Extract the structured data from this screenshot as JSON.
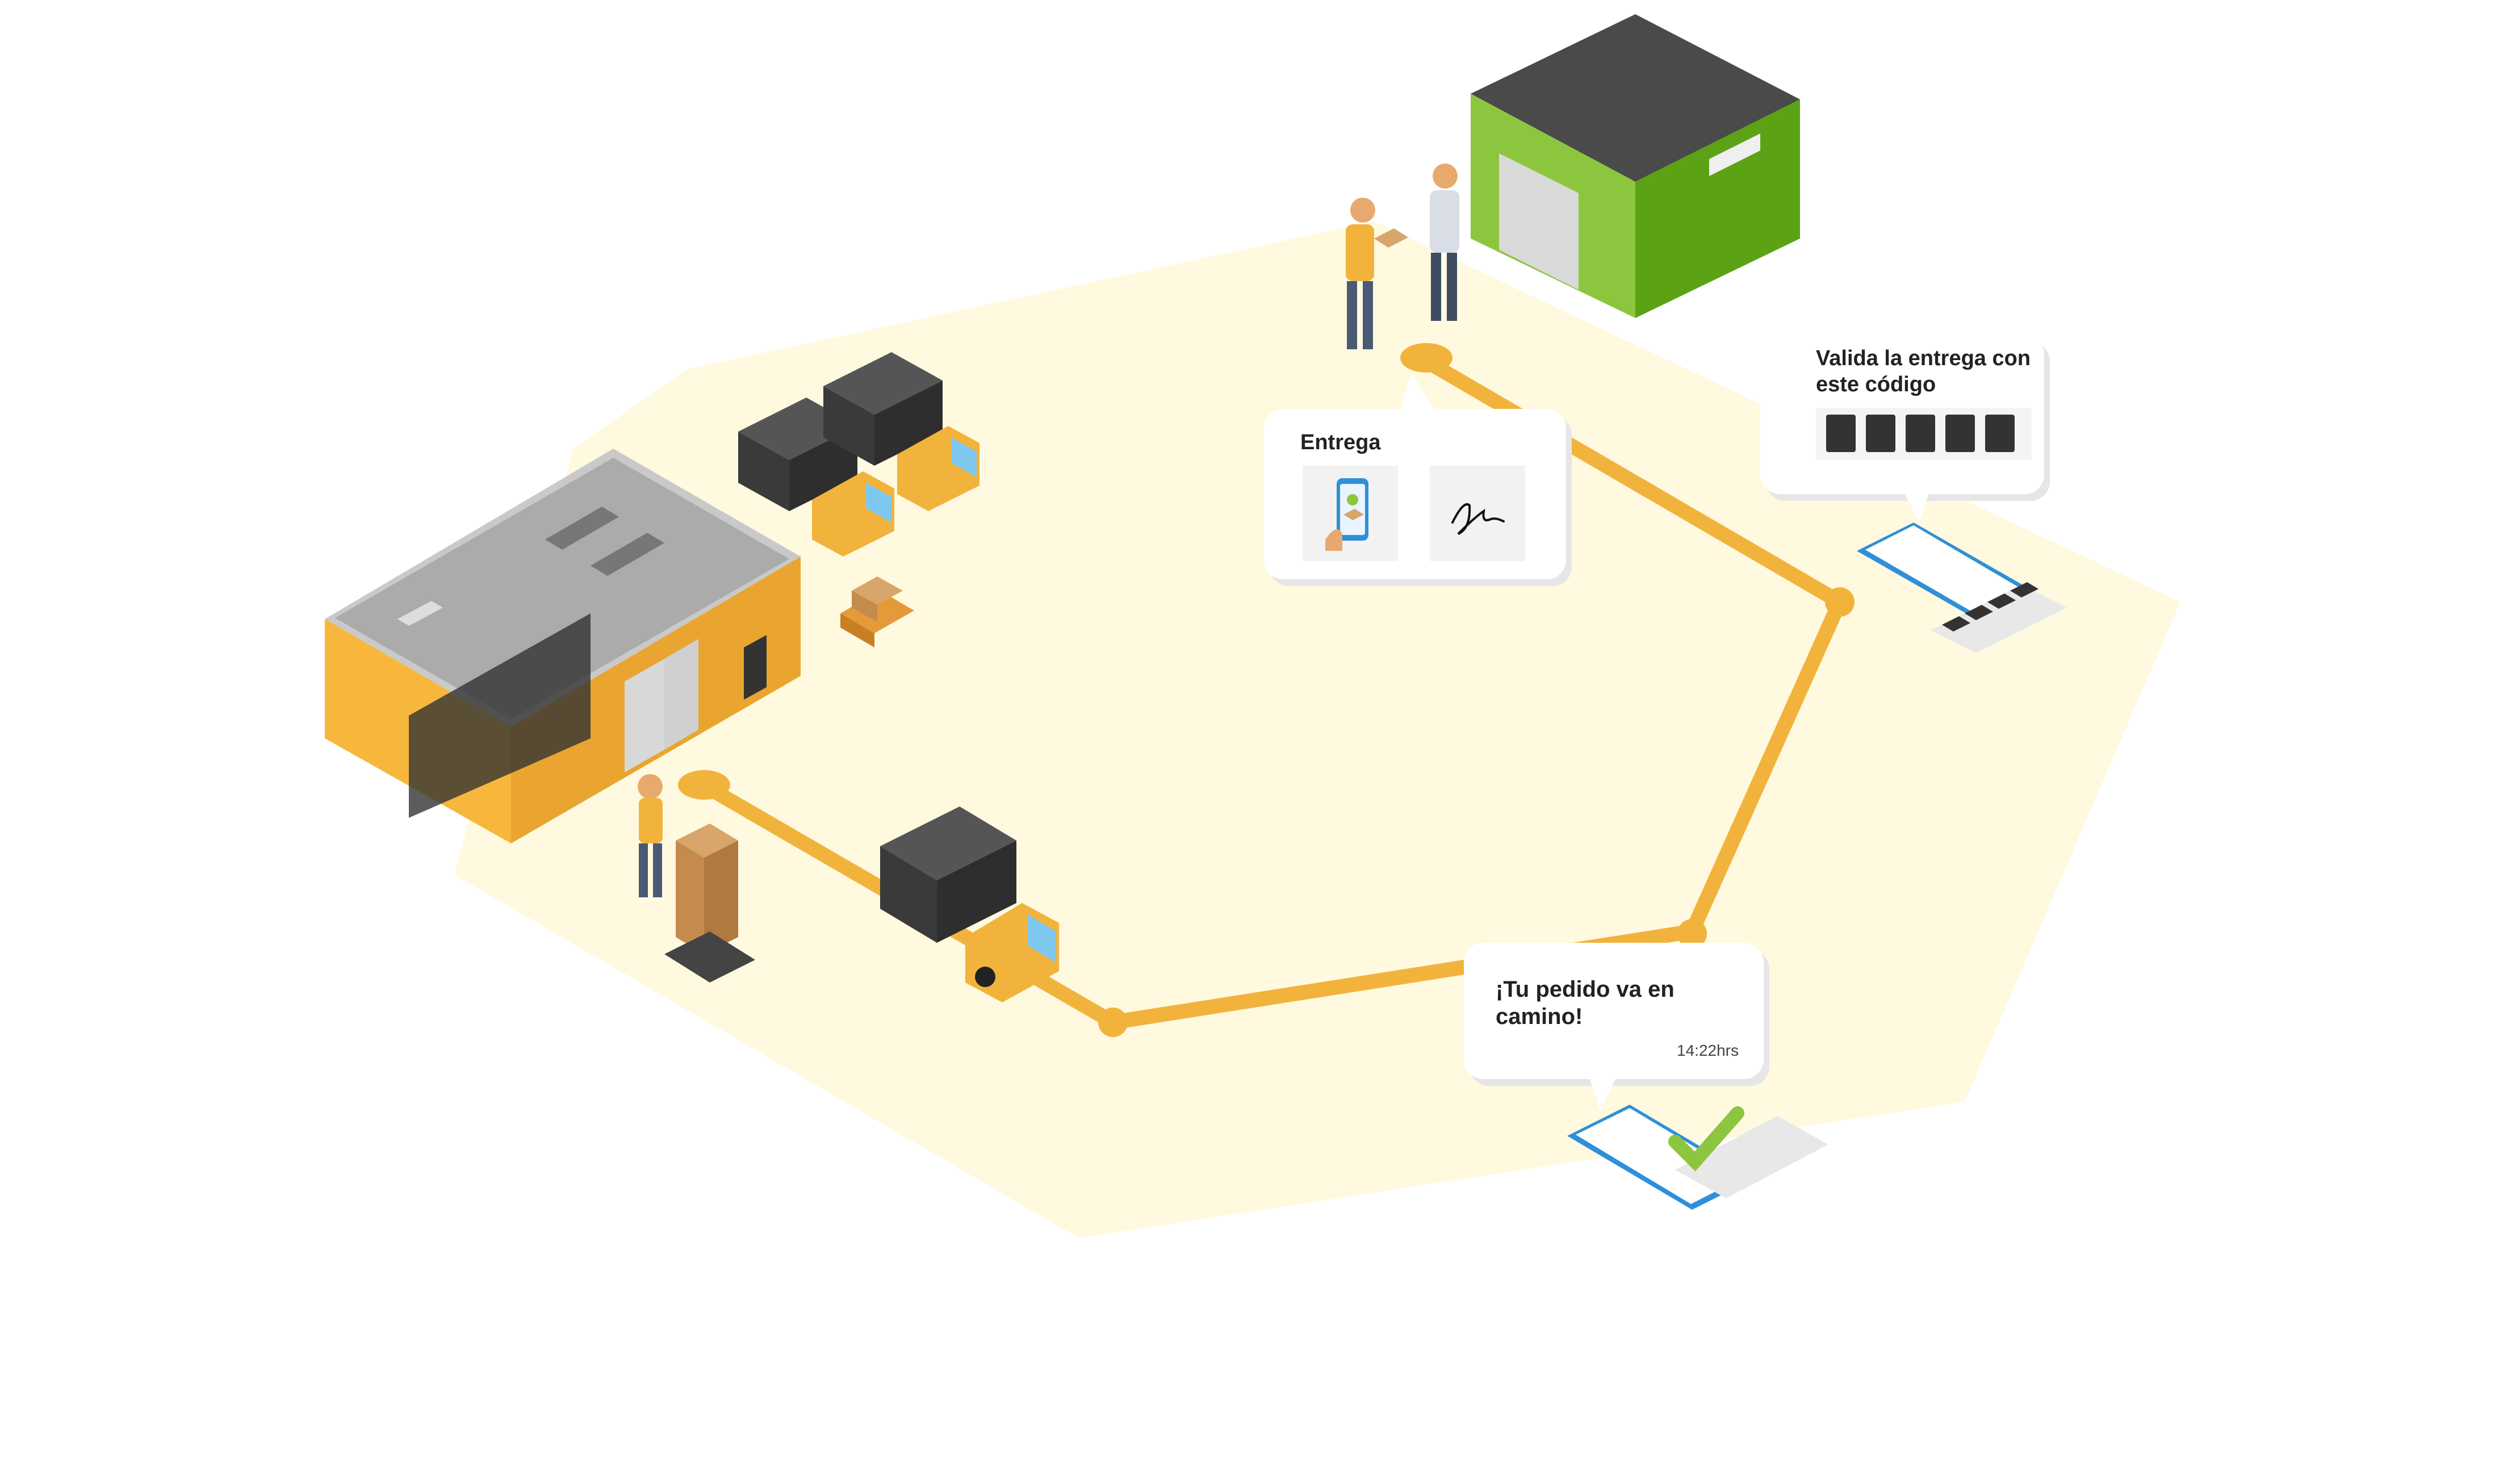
{
  "colors": {
    "route": "#F2B33D",
    "zone": "#FFF9DF",
    "warehouse_wall": "#F6B73C",
    "green_wall": "#7CBD1E",
    "truck_box": "#3A3A3A",
    "truck_cab": "#F2B33D",
    "code_cell": "#333333"
  },
  "bubbles": {
    "entrega": {
      "title": "Entrega",
      "icons": [
        "phone-delivery-icon",
        "signature-icon"
      ]
    },
    "valida": {
      "title": "Valida la entrega con este código",
      "code_cells": 5
    },
    "pedido": {
      "title": "¡Tu pedido va en camino!",
      "time": "14:22hrs"
    }
  },
  "icons": {
    "origin": "orange-warehouse-icon",
    "destination": "green-warehouse-icon",
    "parked_trucks": "truck-icon",
    "route_truck": "truck-icon",
    "worker": "worker-with-pallet-jack-icon",
    "handover": "package-handover-icon",
    "boxes": "box-pallet-icon",
    "code_phone": "phone-code-icon",
    "check_phone": "phone-checkmark-icon"
  }
}
